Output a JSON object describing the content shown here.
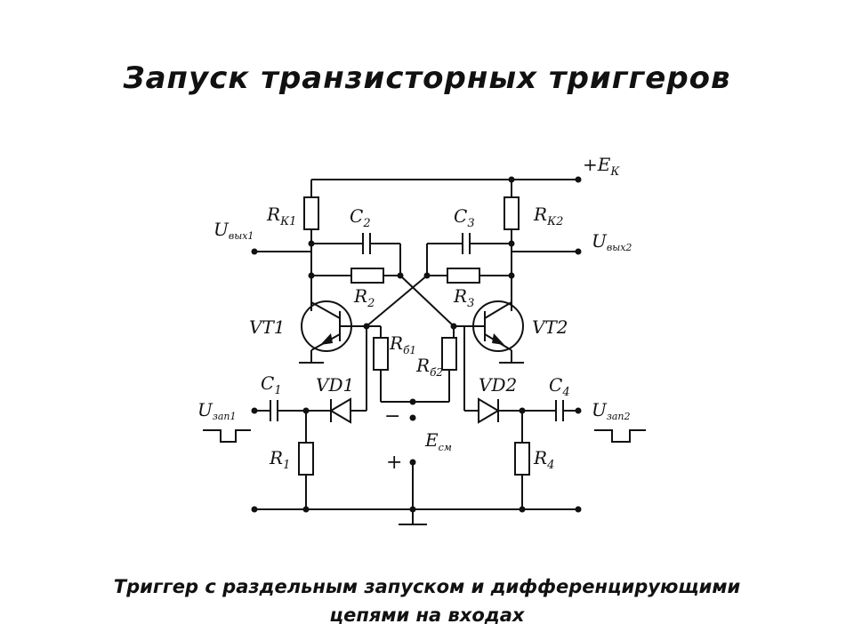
{
  "slide": {
    "title": "Запуск транзисторных триггеров",
    "caption_line1": "Триггер с раздельным запуском и дифференцирующими",
    "caption_line2": "цепями на входах"
  },
  "schematic": {
    "supply_label": "+E",
    "supply_sub": "К",
    "labels": {
      "rk1": {
        "main": "R",
        "sub": "К1"
      },
      "rk2": {
        "main": "R",
        "sub": "К2"
      },
      "c2": {
        "main": "C",
        "sub": "2"
      },
      "c3": {
        "main": "C",
        "sub": "3"
      },
      "r2": {
        "main": "R",
        "sub": "2"
      },
      "r3": {
        "main": "R",
        "sub": "3"
      },
      "uvyh1": {
        "main": "U",
        "sub": "вых1"
      },
      "uvyh2": {
        "main": "U",
        "sub": "вых2"
      },
      "vt1": "VT1",
      "vt2": "VT2",
      "rb1": {
        "main": "R",
        "sub": "б1"
      },
      "rb2": {
        "main": "R",
        "sub": "б2"
      },
      "c1": {
        "main": "C",
        "sub": "1"
      },
      "c4": {
        "main": "C",
        "sub": "4"
      },
      "vd1": "VD1",
      "vd2": "VD2",
      "uzap1": {
        "main": "U",
        "sub": "зап1"
      },
      "uzap2": {
        "main": "U",
        "sub": "зап2"
      },
      "r1": {
        "main": "R",
        "sub": "1"
      },
      "r4": {
        "main": "R",
        "sub": "4"
      },
      "esm": {
        "main": "E",
        "sub": "см"
      },
      "minus": "−",
      "plus": "+"
    }
  }
}
